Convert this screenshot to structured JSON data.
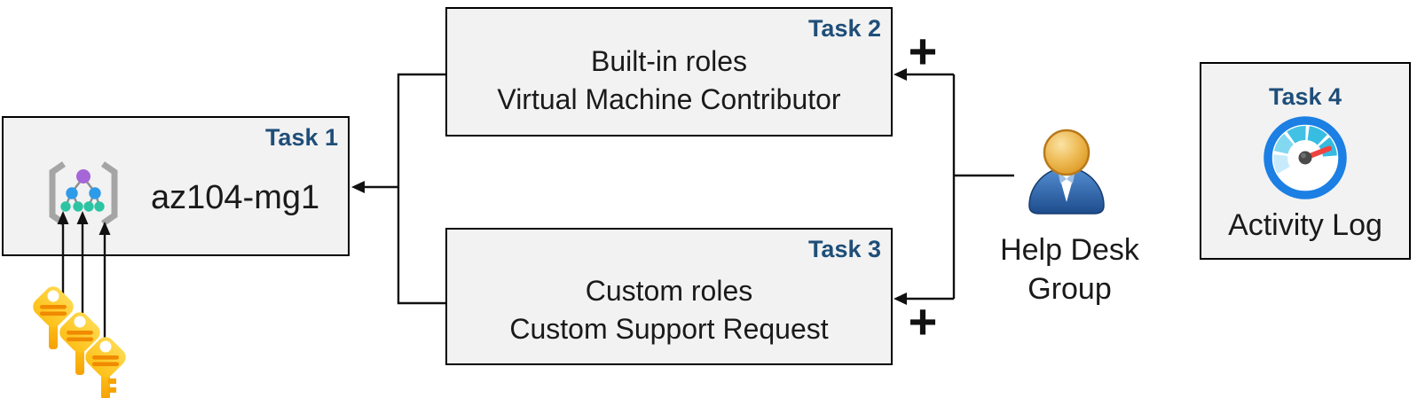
{
  "boxes": {
    "task1": {
      "label": "Task 1",
      "title": "az104-mg1",
      "icon": "management-group-icon"
    },
    "task2": {
      "label": "Task 2",
      "line1": "Built-in roles",
      "line2": "Virtual Machine Contributor"
    },
    "task3": {
      "label": "Task 3",
      "line1": "Custom roles",
      "line2": "Custom Support Request"
    },
    "task4": {
      "label": "Task 4",
      "caption": "Activity Log",
      "icon": "activity-log-gauge-icon"
    }
  },
  "help_desk_group": {
    "line1": "Help Desk",
    "line2": "Group",
    "icon": "user-icon"
  },
  "connectors": {
    "plus_top": "+",
    "plus_bottom": "+"
  },
  "keys": {
    "icon": "key-icon",
    "count": 3
  },
  "colors": {
    "task_label": "#1F4E79",
    "box_fill": "#F2F2F2",
    "box_border": "#000000",
    "connector": "#111111",
    "text": "#1A1A1A",
    "key_gold": "#F9A800",
    "key_stripe_orange": "#F08A00",
    "gauge_ring_blue": "#1B7FE4",
    "gauge_needle_red": "#EF4340",
    "person_body_blue": "#2E66AC",
    "person_head_gold": "#E0A030",
    "mg_node_purple": "#A566D8",
    "mg_node_blue": "#2E9BE9",
    "mg_node_teal": "#2DC4A3",
    "mg_bracket_gray": "#A5A5A5"
  }
}
